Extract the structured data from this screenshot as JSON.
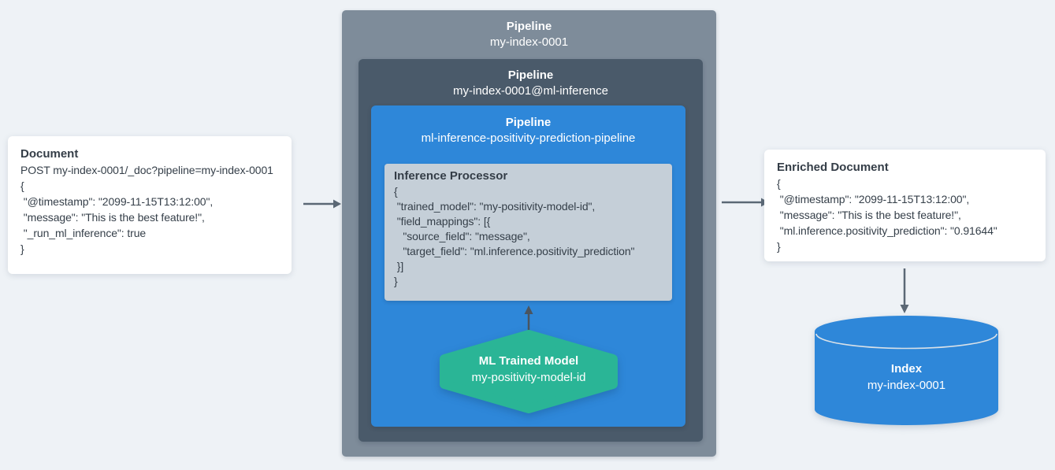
{
  "colors": {
    "background": "#eef2f6",
    "outer_pipeline_gray": "#7e8c9a",
    "inner_pipeline_slate": "#4a5a6a",
    "ml_pipeline_blue": "#2e87d9",
    "processor_gray": "#c5cfd8",
    "model_green": "#2ab596",
    "index_blue": "#2e87d9",
    "arrow_gray": "#5b6875",
    "text_dark": "#353f49",
    "text_white": "#ffffff"
  },
  "document": {
    "title": "Document",
    "code": "POST my-index-0001/_doc?pipeline=my-index-0001\n{\n \"@timestamp\": \"2099-11-15T13:12:00\",\n \"message\": \"This is the best feature!\",\n \"_run_ml_inference\": true\n}"
  },
  "outer_pipeline": {
    "title": "Pipeline",
    "name": "my-index-0001"
  },
  "inference_pipeline": {
    "title": "Pipeline",
    "name": "my-index-0001@ml-inference"
  },
  "ml_pipeline": {
    "title": "Pipeline",
    "name": "ml-inference-positivity-prediction-pipeline"
  },
  "inference_processor": {
    "title": "Inference Processor",
    "code": "{\n \"trained_model\": \"my-positivity-model-id\",\n \"field_mappings\": [{\n   \"source_field\": \"message\",\n   \"target_field\": \"ml.inference.positivity_prediction\"\n }]\n}"
  },
  "ml_model": {
    "title": "ML Trained Model",
    "name": "my-positivity-model-id"
  },
  "enriched_document": {
    "title": "Enriched Document",
    "code": "{\n \"@timestamp\": \"2099-11-15T13:12:00\",\n \"message\": \"This is the best feature!\",\n \"ml.inference.positivity_prediction\": \"0.91644\"\n}"
  },
  "index": {
    "title": "Index",
    "name": "my-index-0001"
  }
}
